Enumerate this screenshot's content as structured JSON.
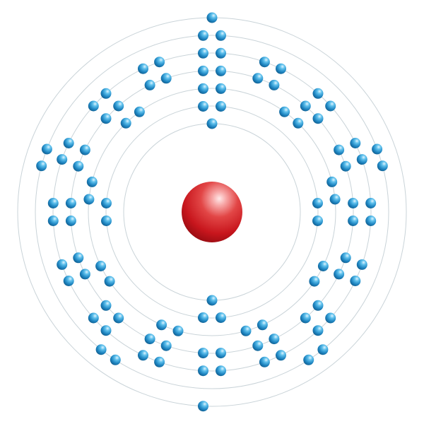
{
  "diagram": {
    "type": "bohr-model",
    "colors": {
      "background": "#ffffff",
      "orbit": "#c9d3d8",
      "nucleus": "#c8161d",
      "electron": "#1f86c2"
    },
    "nucleus": {
      "shape": "sphere"
    },
    "shells": [
      {
        "shell": 1,
        "electrons": 2
      },
      {
        "shell": 2,
        "electrons": 8
      },
      {
        "shell": 3,
        "electrons": 18
      },
      {
        "shell": 4,
        "electrons": 32
      },
      {
        "shell": 5,
        "electrons": 32
      },
      {
        "shell": 6,
        "electrons": 10
      },
      {
        "shell": 7,
        "electrons": 2
      }
    ],
    "total_electrons": 104
  }
}
